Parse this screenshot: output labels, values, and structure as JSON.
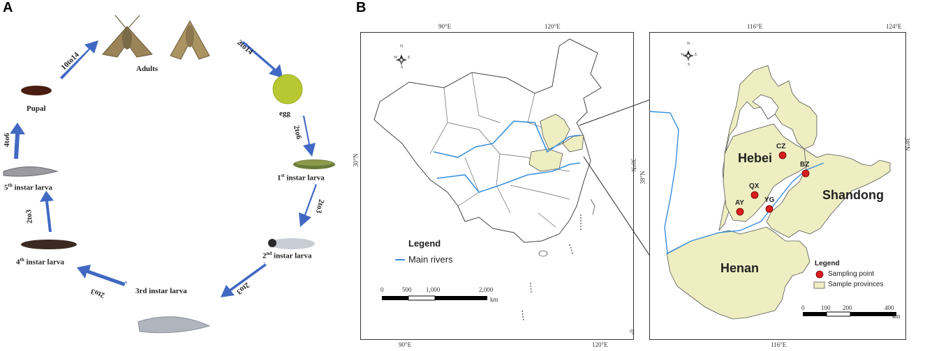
{
  "panel_a": {
    "label": "A",
    "stages": {
      "adults": "Adults",
      "egg": "egg",
      "first": {
        "pre": "1",
        "sup": "st",
        "post": " instar larva"
      },
      "second": {
        "pre": "2",
        "sup": "nd",
        "post": " instar larva"
      },
      "third": "3rd instar larva",
      "fourth": {
        "pre": "4",
        "sup": "th",
        "post": " instar larva"
      },
      "fifth": {
        "pre": "5",
        "sup": "th",
        "post": " instar larva"
      },
      "pupal": "Pupal"
    },
    "durations": {
      "adults_to_egg": "2to14",
      "egg_to_first": "2to6",
      "first_to_second": "2to3",
      "second_to_third": "2to3",
      "third_to_fourth": "2to3",
      "fourth_to_fifth": "2to3",
      "fifth_to_pupal": "4to6",
      "pupal_to_adults": "10to14"
    },
    "colors": {
      "arrow": "#4169c3",
      "egg": "#b8c832",
      "moth": "#a08a5e",
      "larva_dark": "#3a2a22",
      "larva_light": "#c8ccd4"
    }
  },
  "panel_b": {
    "label": "B",
    "china_map": {
      "coords": {
        "top_90": "90°E",
        "top_120": "120°E",
        "bottom_90": "90°E",
        "bottom_120": "120°E",
        "left_30": "30°N",
        "right_30": "30°N",
        "right_0": "0°"
      },
      "legend_title": "Legend",
      "legend_item": "Main rivers",
      "scale": {
        "t0": "0",
        "t1": "500",
        "t2": "1,000",
        "t3": "2,000",
        "unit": "km"
      },
      "compass": {
        "n": "N",
        "s": "S",
        "e": "E",
        "w": "W"
      }
    },
    "regional_map": {
      "coords": {
        "top_116": "116°E",
        "top_124": "124°E",
        "bottom_116": "116°E",
        "left_38": "38°N",
        "right_38": "38°N"
      },
      "provinces": [
        "Hebei",
        "Shandong",
        "Henan"
      ],
      "sampling_points": [
        {
          "code": "CZ"
        },
        {
          "code": "BZ"
        },
        {
          "code": "QX"
        },
        {
          "code": "AY"
        },
        {
          "code": "YG"
        }
      ],
      "legend_title": "Legend",
      "legend_items": [
        "Sampling point",
        "Sample provinces"
      ],
      "scale": {
        "t0": "0",
        "t1": "100",
        "t2": "200",
        "t3": "400",
        "unit": "km"
      },
      "compass": {
        "n": "N",
        "s": "S",
        "e": "E",
        "w": "W"
      }
    },
    "colors": {
      "province_fill": "#eeeec2",
      "river": "#3a8fdc",
      "point": "#d81e1e",
      "border": "#555555"
    }
  }
}
